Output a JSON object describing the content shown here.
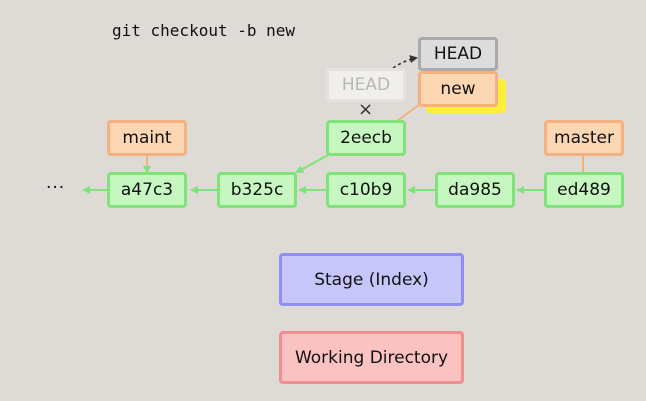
{
  "command": "git checkout -b new",
  "ellipsis": "···",
  "head_old": {
    "label": "HEAD"
  },
  "head_new": {
    "label": "HEAD"
  },
  "removed_marker": "×",
  "branches": {
    "new": "new",
    "maint": "maint",
    "master": "master"
  },
  "commits": {
    "a47c3": "a47c3",
    "b325c": "b325c",
    "c10b9": "c10b9",
    "da985": "da985",
    "ed489": "ed489",
    "2eecb": "2eecb"
  },
  "areas": {
    "stage": "Stage (Index)",
    "working": "Working Directory"
  },
  "colors": {
    "background": "#dedad6",
    "commit_fill": "#c6f7c1",
    "commit_border": "#7fe37a",
    "branch_fill": "#fbd6b2",
    "branch_border": "#f4b07e",
    "new_branch_highlight": "#ffee3a",
    "head_fill": "#dcdcdc",
    "head_border": "#a9a9a9",
    "stage_fill": "#c7c6fb",
    "stage_border": "#8f8ef2",
    "working_fill": "#fbc2c2",
    "working_border": "#f08f8f"
  }
}
